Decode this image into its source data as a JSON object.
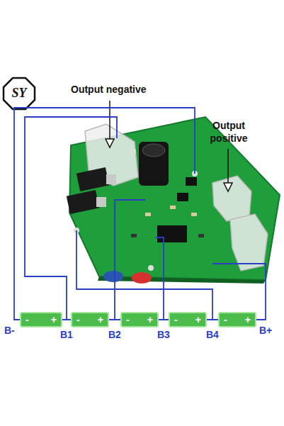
{
  "diagram": {
    "nodes": [
      {
        "text": [
          "-",
          "+"
        ]
      },
      {
        "text": [
          "-",
          "+"
        ]
      },
      {
        "text": [
          "-",
          "+"
        ]
      },
      {
        "text": [
          "-",
          "+"
        ]
      },
      {
        "text": [
          "-",
          "+"
        ]
      }
    ],
    "edges": [
      {
        "from": 0,
        "to": 1,
        "arrow": "none"
      },
      {
        "from": 1,
        "to": 2,
        "arrow": "none"
      },
      {
        "from": 2,
        "to": 3,
        "arrow": "none"
      },
      {
        "from": 3,
        "to": 4,
        "arrow": "none"
      }
    ],
    "labels": [
      "SY",
      "Output negative",
      "Output positive",
      "B-",
      "B1",
      "B2",
      "B3",
      "B4",
      "B+"
    ]
  }
}
